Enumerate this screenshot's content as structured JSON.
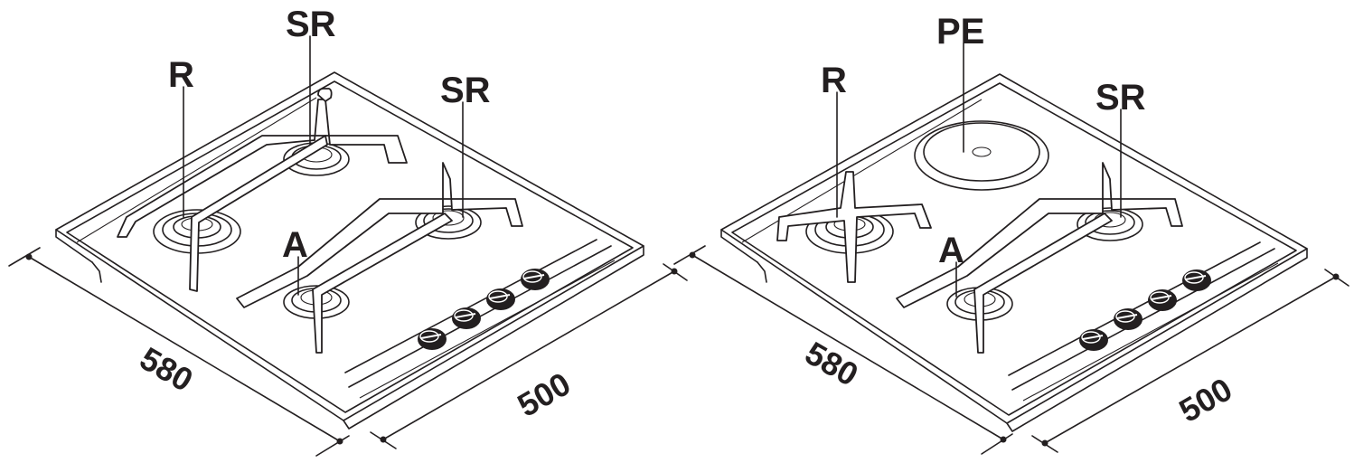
{
  "hobs": [
    {
      "labels": {
        "rapid": "R",
        "semi_rapid_back": "SR",
        "semi_rapid_right": "SR",
        "auxiliary": "A"
      },
      "dimensions": {
        "width": "580",
        "depth": "500"
      }
    },
    {
      "labels": {
        "rapid": "R",
        "electric_plate": "PE",
        "semi_rapid_right": "SR",
        "auxiliary": "A"
      },
      "dimensions": {
        "width": "580",
        "depth": "500"
      }
    }
  ]
}
